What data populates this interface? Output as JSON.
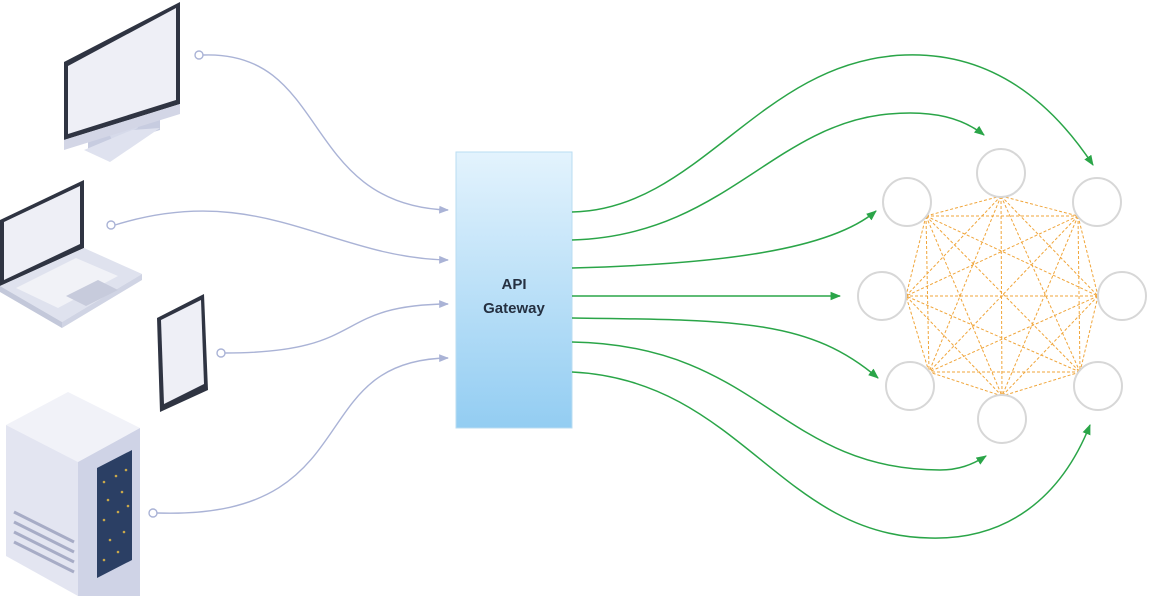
{
  "gateway": {
    "line1": "API",
    "line2": "Gateway"
  },
  "colors": {
    "client_line": "#aab3d6",
    "service_line": "#2aa548",
    "mesh_line": "#f0a53a",
    "node_stroke": "#d7d7d7",
    "gateway_top": "#e3f3fd",
    "gateway_bottom": "#93cdf2"
  },
  "clients": [
    {
      "name": "desktop-monitor",
      "icon": "monitor-icon"
    },
    {
      "name": "laptop",
      "icon": "laptop-icon"
    },
    {
      "name": "tablet",
      "icon": "tablet-icon"
    },
    {
      "name": "server",
      "icon": "server-icon"
    }
  ],
  "services": {
    "node_count": 8,
    "mesh": "fully-connected"
  }
}
